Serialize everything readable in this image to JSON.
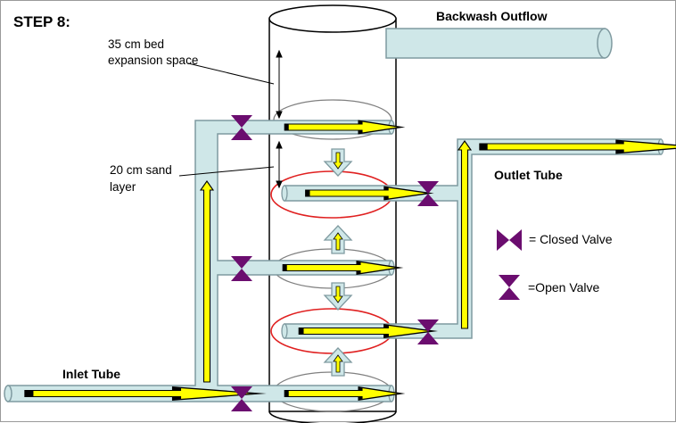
{
  "labels": {
    "step": "STEP 8:",
    "backwash_outflow": "Backwash Outflow",
    "bed_expansion": "35 cm bed expansion space",
    "sand_layer": "20 cm sand layer",
    "outlet_tube": "Outlet Tube",
    "inlet_tube": "Inlet Tube",
    "closed_valve": "= Closed Valve",
    "open_valve": "=Open Valve"
  },
  "colors": {
    "pipe_fill": "#cfe7e8",
    "pipe_stroke": "#7f9aa0",
    "arrow_fill": "#ffff00",
    "arrow_stroke": "#000000",
    "valve": "#6b0d6f",
    "sand_ring": "#e02020",
    "disc_ring": "#808080"
  },
  "legend": {
    "closed_valve_icon": "bowtie-closed-valve-icon",
    "open_valve_icon": "hourglass-open-valve-icon"
  }
}
